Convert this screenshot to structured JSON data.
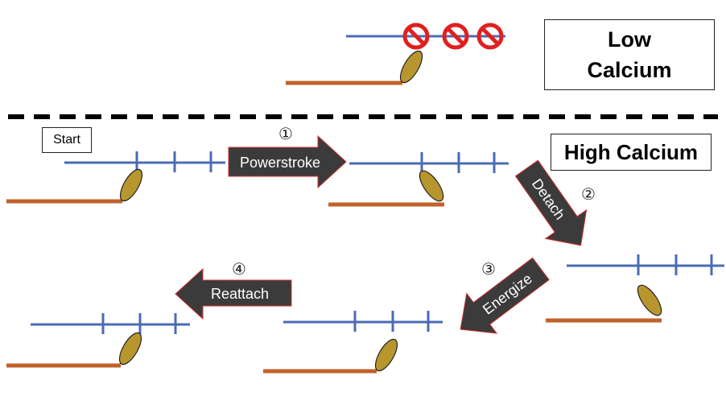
{
  "title": {
    "low_line1": "Low",
    "low_line2": "Calcium",
    "high": "High Calcium"
  },
  "start_label": "Start",
  "steps": [
    {
      "number": "①",
      "label": "Powerstroke"
    },
    {
      "number": "②",
      "label": "Detach"
    },
    {
      "number": "③",
      "label": "Energize"
    },
    {
      "number": "④",
      "label": "Reattach"
    }
  ],
  "colors": {
    "actin": "#4a6bb5",
    "myosin": "#c0622a",
    "head": "#b8962e",
    "blocker": "#e02020",
    "arrow": "#3b3b3b",
    "arrow_border": "#d03030"
  }
}
